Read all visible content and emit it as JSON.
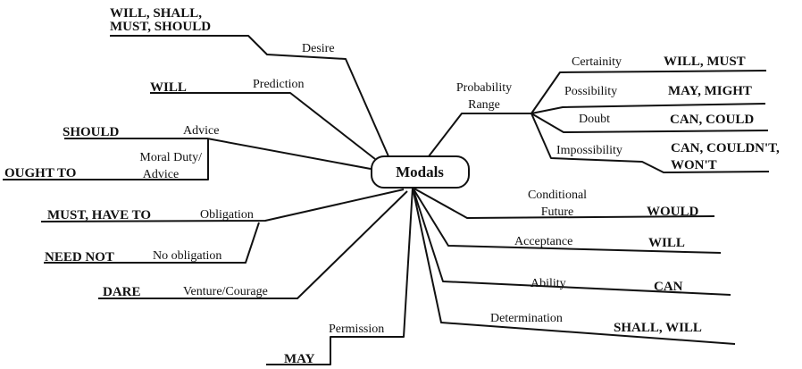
{
  "center": "Modals",
  "branches": {
    "desire": {
      "label": "Desire",
      "modals_1": "WILL, SHALL,",
      "modals_2": "MUST, SHOULD"
    },
    "prediction": {
      "label": "Prediction",
      "modals": "WILL"
    },
    "advice": {
      "label": "Advice",
      "modals": "SHOULD"
    },
    "moral_duty": {
      "label_1": "Moral Duty/",
      "label_2": "Advice",
      "modals": "OUGHT TO"
    },
    "obligation": {
      "label": "Obligation",
      "modals": "MUST, HAVE TO"
    },
    "no_obligation": {
      "label": "No obligation",
      "modals": "NEED NOT"
    },
    "venture": {
      "label": "Venture/Courage",
      "modals": "DARE"
    },
    "permission": {
      "label": "Permission",
      "modals": "MAY"
    },
    "probability": {
      "label_1": "Probability",
      "label_2": "Range",
      "certainty": {
        "label": "Certainity",
        "modals": "WILL, MUST"
      },
      "possibility": {
        "label": "Possibility",
        "modals": "MAY, MIGHT"
      },
      "doubt": {
        "label": "Doubt",
        "modals": "CAN, COULD"
      },
      "impossibility": {
        "label": "Impossibility",
        "modals_1": "CAN, COULDN'T,",
        "modals_2": "WON'T"
      }
    },
    "conditional": {
      "label_1": "Conditional",
      "label_2": "Future",
      "modals": "WOULD"
    },
    "acceptance": {
      "label": "Acceptance",
      "modals": "WILL"
    },
    "ability": {
      "label": "Ability",
      "modals": "CAN"
    },
    "determination": {
      "label": "Determination",
      "modals": "SHALL, WILL"
    }
  }
}
